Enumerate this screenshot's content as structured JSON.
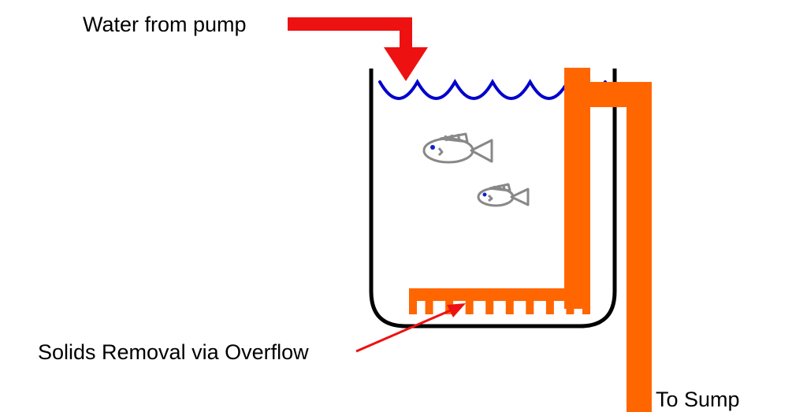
{
  "labels": {
    "water_from_pump": "Water from pump",
    "solids_removal": "Solids Removal via Overflow",
    "to_sump": "To Sump"
  },
  "colors": {
    "inflow_arrow": "#ee1111",
    "pointer_arrow": "#ee1111",
    "pipe": "#ff6600",
    "water_surface": "#0000cc",
    "tank_wall": "#000000",
    "fish_outline": "#888888",
    "fish_eye": "#1122cc",
    "background": "#ffffff"
  },
  "icons": {
    "large_fish": "fish-icon",
    "small_fish": "fish-icon"
  },
  "strainer": {
    "slot_count": 9
  }
}
